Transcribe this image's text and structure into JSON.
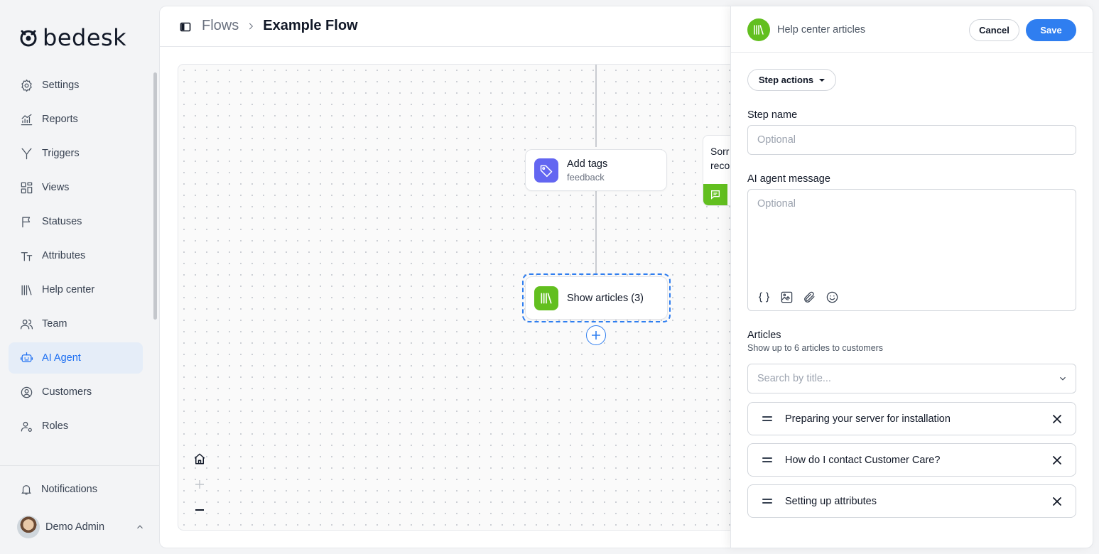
{
  "brand": {
    "name": "bedesk"
  },
  "sidebar": {
    "items": [
      {
        "label": "Settings",
        "icon": "gear-icon"
      },
      {
        "label": "Reports",
        "icon": "chart-icon"
      },
      {
        "label": "Triggers",
        "icon": "fork-icon"
      },
      {
        "label": "Views",
        "icon": "grid-icon"
      },
      {
        "label": "Statuses",
        "icon": "flag-icon"
      },
      {
        "label": "Attributes",
        "icon": "text-icon"
      },
      {
        "label": "Help center",
        "icon": "library-icon"
      },
      {
        "label": "Team",
        "icon": "users-icon"
      },
      {
        "label": "AI Agent",
        "icon": "bot-icon",
        "active": true
      },
      {
        "label": "Customers",
        "icon": "user-circle-icon"
      },
      {
        "label": "Roles",
        "icon": "user-gear-icon"
      }
    ],
    "notifications": "Notifications",
    "user_name": "Demo Admin"
  },
  "header": {
    "breadcrumb_root": "Flows",
    "breadcrumb_current": "Example Flow"
  },
  "canvas": {
    "nodes": {
      "add_tags": {
        "title": "Add tags",
        "subtitle": "feedback"
      },
      "show_articles": {
        "title": "Show articles (3)"
      },
      "partial": {
        "line1": "Sorr",
        "line2": "reco"
      }
    }
  },
  "drawer": {
    "title": "Help center articles",
    "cancel": "Cancel",
    "save": "Save",
    "step_actions": "Step actions",
    "step_name_label": "Step name",
    "step_name_placeholder": "Optional",
    "message_label": "AI agent message",
    "message_placeholder": "Optional",
    "articles_label": "Articles",
    "articles_help": "Show up to 6 articles to customers",
    "search_placeholder": "Search by title...",
    "articles": [
      "Preparing your server for installation",
      "How do I contact Customer Care?",
      "Setting up attributes"
    ]
  },
  "colors": {
    "accent": "#2f7ef0",
    "help_center_green": "#62bf1f",
    "tag_purple": "#6366f1",
    "active_bg": "#e5edf8"
  }
}
